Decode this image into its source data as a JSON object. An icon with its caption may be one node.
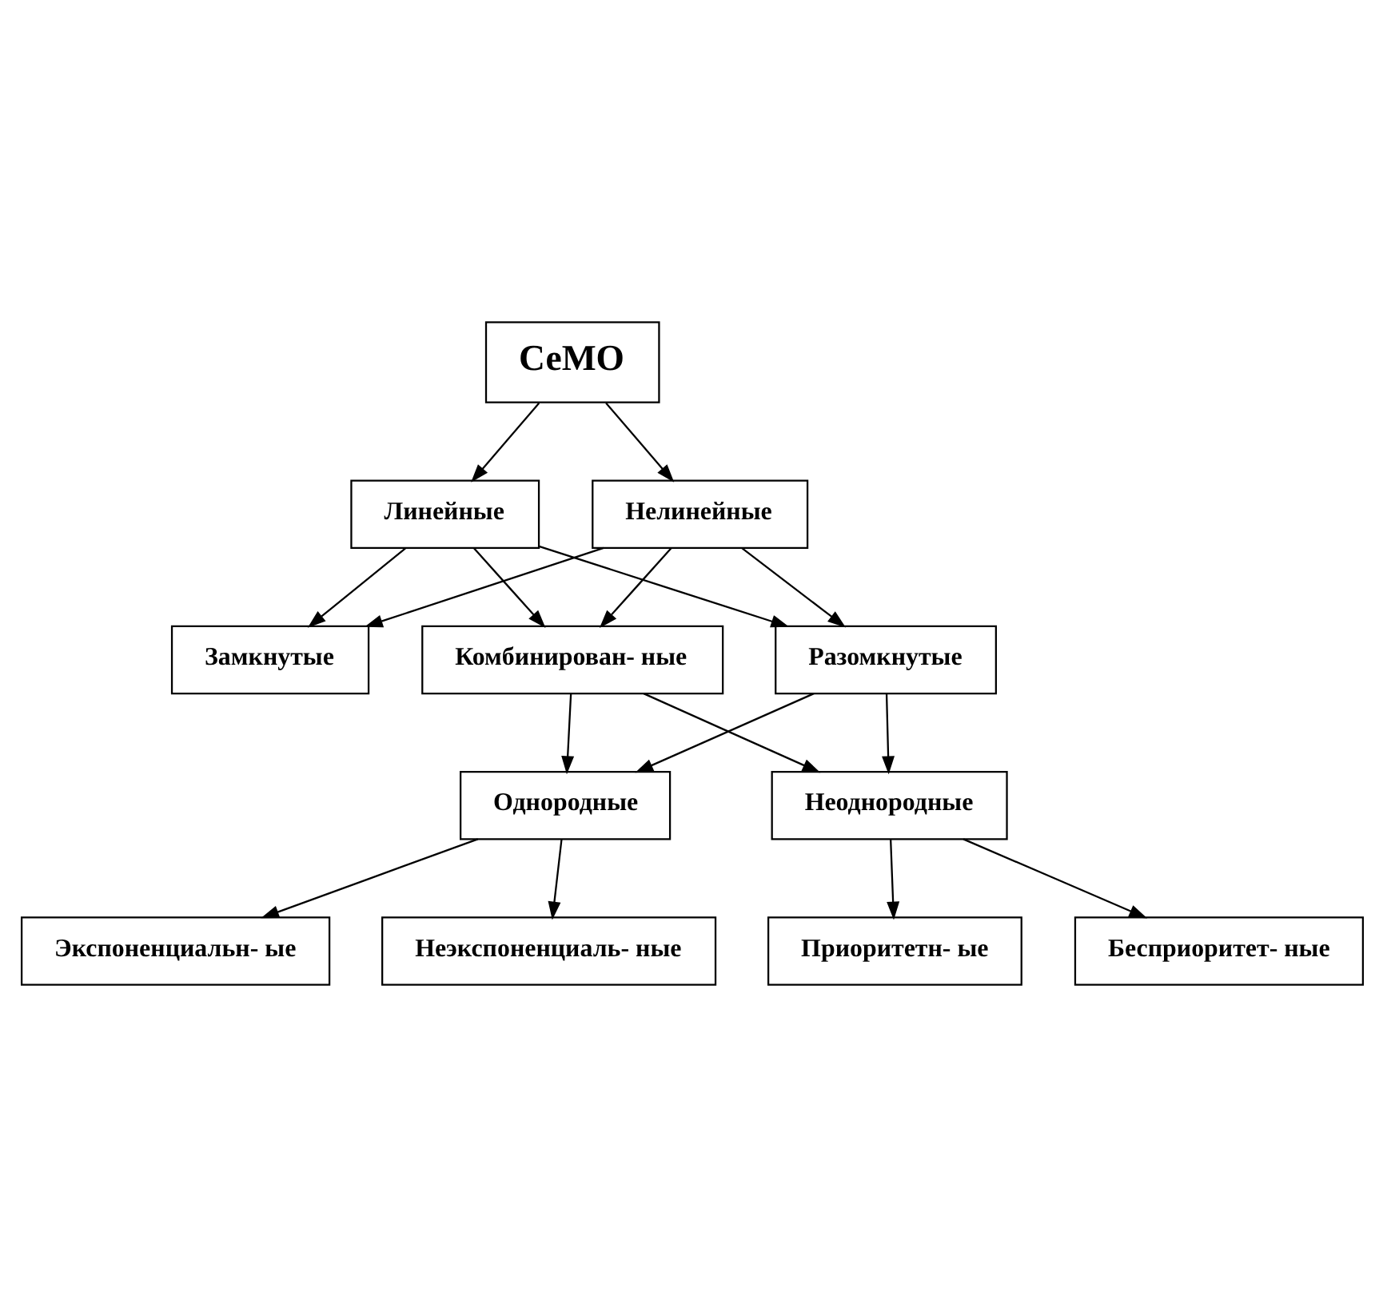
{
  "diagram": {
    "nodes": [
      {
        "text": [
          "СеМО"
        ]
      },
      {
        "text": [
          "Линейные"
        ]
      },
      {
        "text": [
          "Нелинейные"
        ]
      },
      {
        "text": [
          "Замкнутые"
        ]
      },
      {
        "text": [
          "Разомкнутые"
        ]
      },
      {
        "text": [
          "Комбинирован- ные"
        ]
      },
      {
        "text": [
          "Однородные"
        ]
      },
      {
        "text": [
          "Неоднородные"
        ]
      },
      {
        "text": [
          "Экспоненциальн- ые"
        ]
      },
      {
        "text": [
          "Неэкспоненциаль- ные"
        ]
      },
      {
        "text": [
          "Приоритетн- ые"
        ]
      },
      {
        "text": [
          "Бесприоритет- ные"
        ]
      }
    ],
    "edges": [
      {
        "from": 0,
        "to": 1,
        "arrow": "to"
      },
      {
        "from": 0,
        "to": 2,
        "arrow": "to"
      },
      {
        "from": 1,
        "to": 3,
        "arrow": "to"
      },
      {
        "from": 1,
        "to": 4,
        "arrow": "to"
      },
      {
        "from": 1,
        "to": 5,
        "arrow": "to"
      },
      {
        "from": 2,
        "to": 3,
        "arrow": "to"
      },
      {
        "from": 2,
        "to": 4,
        "arrow": "to"
      },
      {
        "from": 2,
        "to": 5,
        "arrow": "to"
      },
      {
        "from": 4,
        "to": 6,
        "arrow": "to"
      },
      {
        "from": 4,
        "to": 7,
        "arrow": "to"
      },
      {
        "from": 5,
        "to": 6,
        "arrow": "to"
      },
      {
        "from": 5,
        "to": 7,
        "arrow": "to"
      },
      {
        "from": 6,
        "to": 8,
        "arrow": "to"
      },
      {
        "from": 6,
        "to": 9,
        "arrow": "to"
      },
      {
        "from": 7,
        "to": 10,
        "arrow": "to"
      },
      {
        "from": 7,
        "to": 11,
        "arrow": "to"
      }
    ]
  }
}
